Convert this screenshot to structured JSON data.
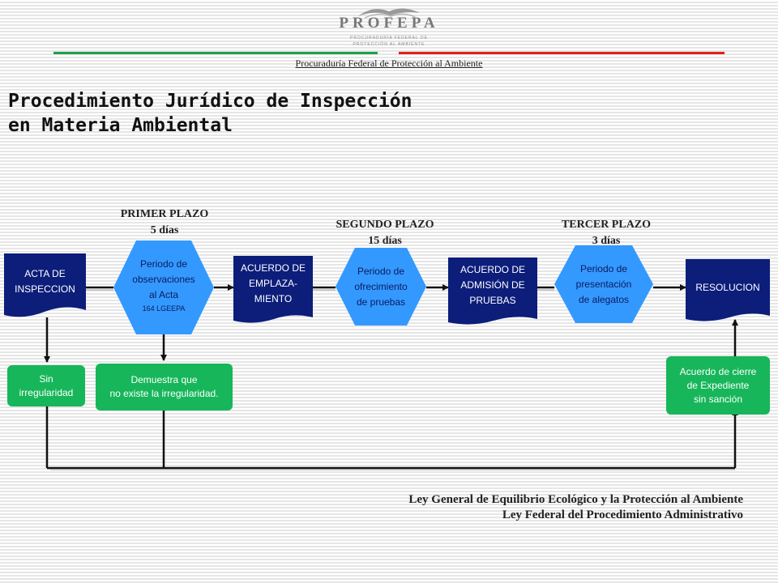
{
  "header": {
    "logo_word": "PROFEPA",
    "logo_sub_1": "PROCURADURÍA FEDERAL DE",
    "logo_sub_2": "PROTECCIÓN AL AMBIENTE",
    "agency": "Procuraduría Federal de Protección al Ambiente"
  },
  "title": "Procedimiento Jurídico de Inspección\nen Materia Ambiental",
  "plazos": [
    {
      "name": "PRIMER PLAZO",
      "days": "5 días"
    },
    {
      "name": "SEGUNDO PLAZO",
      "days": "15 días"
    },
    {
      "name": "TERCER  PLAZO",
      "days": "3 días"
    }
  ],
  "documents": {
    "acta": "ACTA DE\nINSPECCION",
    "emplazamiento": "ACUERDO DE\nEMPLAZA-\nMIENTO",
    "admision": "ACUERDO DE\nADMISIÓN DE\nPRUEBAS",
    "resolucion": "RESOLUCION"
  },
  "periods": {
    "observaciones": [
      "Periodo de",
      "observaciones",
      "al Acta"
    ],
    "observaciones_ref": "164 LGEEPA",
    "pruebas": [
      "Periodo de",
      "ofrecimiento",
      "de pruebas"
    ],
    "alegatos": [
      "Periodo de",
      "presentación",
      "de alegatos"
    ]
  },
  "outcomes": {
    "sin_irregularidad": [
      "Sin",
      "irregularidad"
    ],
    "demuestra": [
      "Demuestra que",
      "no existe la irregularidad."
    ],
    "cierre": [
      "Acuerdo de cierre",
      "de Expediente",
      "sin sanción"
    ]
  },
  "laws": [
    "Ley General de Equilibrio Ecológico y la Protección al Ambiente",
    "Ley Federal del Procedimiento Administrativo"
  ],
  "colors": {
    "document_fill": "#0c1d7a",
    "period_fill": "#3399ff",
    "outcome_fill": "#17b65a",
    "connector": "#111111"
  }
}
